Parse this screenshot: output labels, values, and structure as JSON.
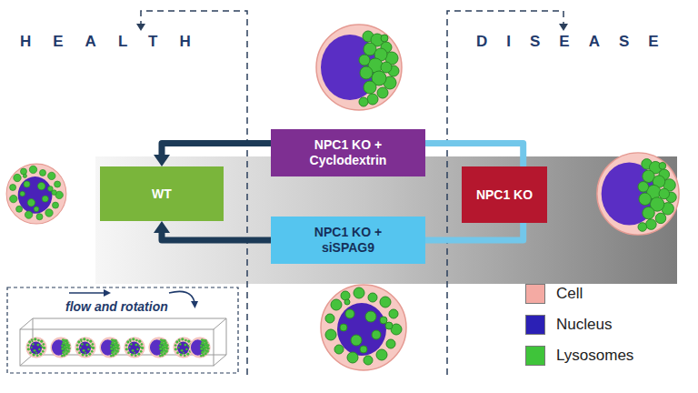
{
  "diagram": {
    "nodes": [
      {
        "text": [
          "NPC1 KO + Cyclodextrin"
        ]
      },
      {
        "text": [
          "WT"
        ]
      },
      {
        "text": [
          "NPC1 KO"
        ]
      },
      {
        "text": [
          "NPC1 KO + siSPAG9"
        ]
      }
    ],
    "edges": [
      {
        "from": 2,
        "to": 0,
        "arrow": "none"
      },
      {
        "from": 0,
        "to": 1,
        "arrow": "to"
      },
      {
        "from": 2,
        "to": 3,
        "arrow": "none"
      },
      {
        "from": 3,
        "to": 1,
        "arrow": "to"
      }
    ],
    "labels": [
      "HEALTH",
      "DISEASE",
      "flow and rotation"
    ],
    "legend": [
      {
        "text": "Cell",
        "color": "#f4aaa3"
      },
      {
        "text": "Nucleus",
        "color": "#2b20b5"
      },
      {
        "text": "Lysosomes",
        "color": "#3fc43a"
      }
    ]
  }
}
